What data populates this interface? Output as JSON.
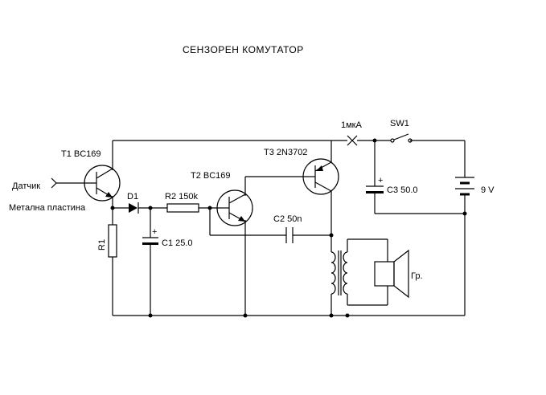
{
  "title": "СЕНЗОРЕН  КОМУТАТОР",
  "labels": {
    "t1": "T1 BC169",
    "t2": "T2 BC169",
    "t3": "T3 2N3702",
    "sensor": "Датчик",
    "plate": "Метална пластина",
    "d1": "D1",
    "r1": "R1",
    "r2": "R2 150k",
    "c1": "C1 25.0",
    "c2": "C2 50n",
    "c3": "C3 50.0",
    "meter": "1мкА",
    "sw1": "SW1",
    "battery": "9 V",
    "speaker": "Гр.",
    "plus_c1": "+",
    "plus_c3": "+"
  },
  "colors": {
    "line": "#000000",
    "background": "#ffffff"
  }
}
